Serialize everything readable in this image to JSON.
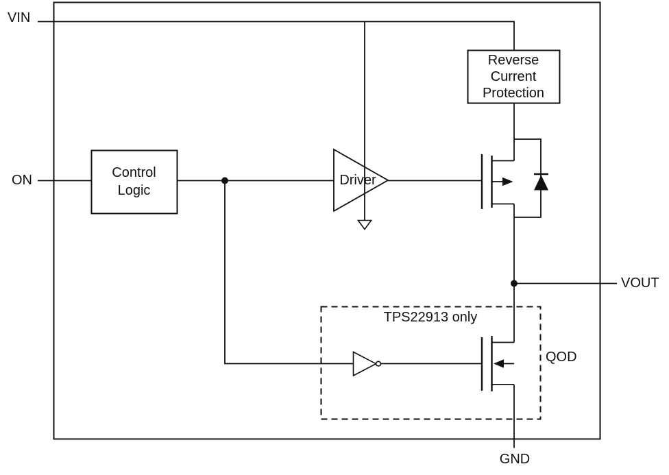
{
  "diagram": {
    "ports": {
      "vin": "VIN",
      "on": "ON",
      "vout": "VOUT",
      "gnd": "GND"
    },
    "blocks": {
      "control_logic": {
        "line1": "Control",
        "line2": "Logic"
      },
      "driver": {
        "label": "Driver"
      },
      "reverse_current_protection": {
        "line1": "Reverse",
        "line2": "Current",
        "line3": "Protection"
      }
    },
    "annotations": {
      "tps22913_only": "TPS22913 only",
      "qod": "QOD"
    }
  },
  "colors": {
    "stroke": "#111111",
    "background": "#ffffff"
  }
}
